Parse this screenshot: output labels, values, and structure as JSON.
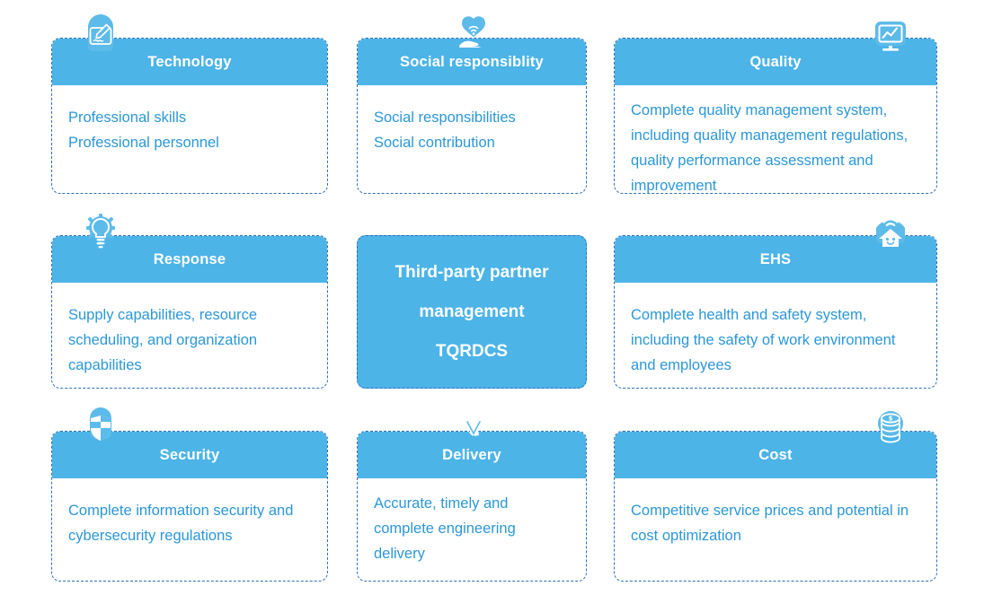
{
  "diagram": {
    "title": "Third-party partner management TQRDCS",
    "accent_color": "#4cb4e7",
    "body_text_color": "#2b97d8",
    "border_color": "#2e6fb7",
    "center": {
      "line1": "Third-party partner",
      "line2": "management",
      "line3": "TQRDCS"
    },
    "cards": [
      {
        "key": "technology",
        "title": "Technology",
        "icon": "signature-card-icon",
        "lines": [
          "Professional skills",
          "Professional personnel"
        ]
      },
      {
        "key": "social-responsibility",
        "title": "Social  responsiblity",
        "icon": "heart-in-hand-icon",
        "lines": [
          "Social responsibilities",
          "Social contribution"
        ]
      },
      {
        "key": "quality",
        "title": "Quality",
        "icon": "monitor-chart-icon",
        "lines": [
          "Complete quality management system, including quality management regulations, quality performance assessment and improvement"
        ]
      },
      {
        "key": "response",
        "title": "Response",
        "icon": "lightbulb-gear-icon",
        "lines": [
          "Supply capabilities, resource scheduling, and organization capabilities"
        ]
      },
      {
        "key": "ehs",
        "title": "EHS",
        "icon": "smart-house-icon",
        "lines": [
          "Complete health and safety system, including the safety of work environment and employees"
        ]
      },
      {
        "key": "security",
        "title": "Security",
        "icon": "shield-icon",
        "lines": [
          "Complete information security and cybersecurity regulations"
        ]
      },
      {
        "key": "delivery",
        "title": "Delivery",
        "icon": "speed-arrows-icon",
        "lines": [
          "Accurate, timely and complete engineering delivery"
        ]
      },
      {
        "key": "cost",
        "title": "Cost",
        "icon": "coin-stack-icon",
        "lines": [
          "Competitive service prices and potential in cost optimization"
        ]
      }
    ]
  }
}
